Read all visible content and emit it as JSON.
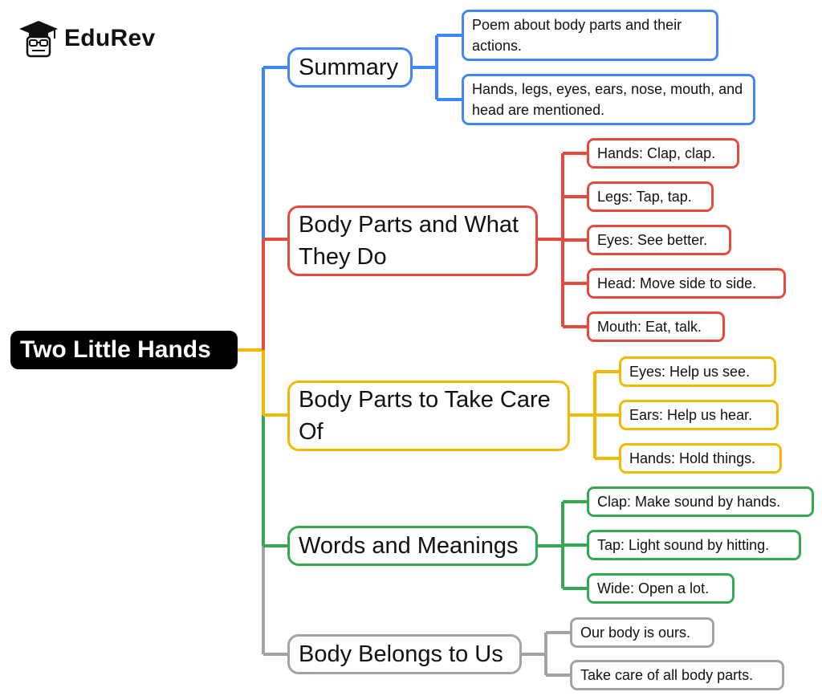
{
  "brand": {
    "name": "EduRev",
    "icon": "graduate-mascot-icon"
  },
  "colors": {
    "blue": "#4285f4",
    "red": "#e64a3c",
    "yellow": "#f5b800",
    "green": "#34a853",
    "gray": "#a0a3a8",
    "root_bg": "#000000"
  },
  "root": "Two Little Hands",
  "branches": [
    {
      "title": "Summary",
      "color": "blue",
      "items": [
        "Poem about body parts and their actions.",
        "Hands, legs, eyes, ears, nose, mouth, and head are mentioned."
      ]
    },
    {
      "title": "Body Parts and What They Do",
      "color": "red",
      "items": [
        "Hands: Clap, clap.",
        "Legs: Tap, tap.",
        "Eyes: See better.",
        "Head: Move side to side.",
        "Mouth: Eat, talk."
      ]
    },
    {
      "title": "Body Parts to Take Care Of",
      "color": "yellow",
      "items": [
        "Eyes: Help us see.",
        "Ears: Help us hear.",
        "Hands: Hold things."
      ]
    },
    {
      "title": "Words and Meanings",
      "color": "green",
      "items": [
        "Clap: Make sound by hands.",
        "Tap: Light sound by hitting.",
        "Wide: Open a lot."
      ]
    },
    {
      "title": "Body Belongs to Us",
      "color": "gray",
      "items": [
        "Our body is ours.",
        "Take care of all body parts."
      ]
    }
  ]
}
